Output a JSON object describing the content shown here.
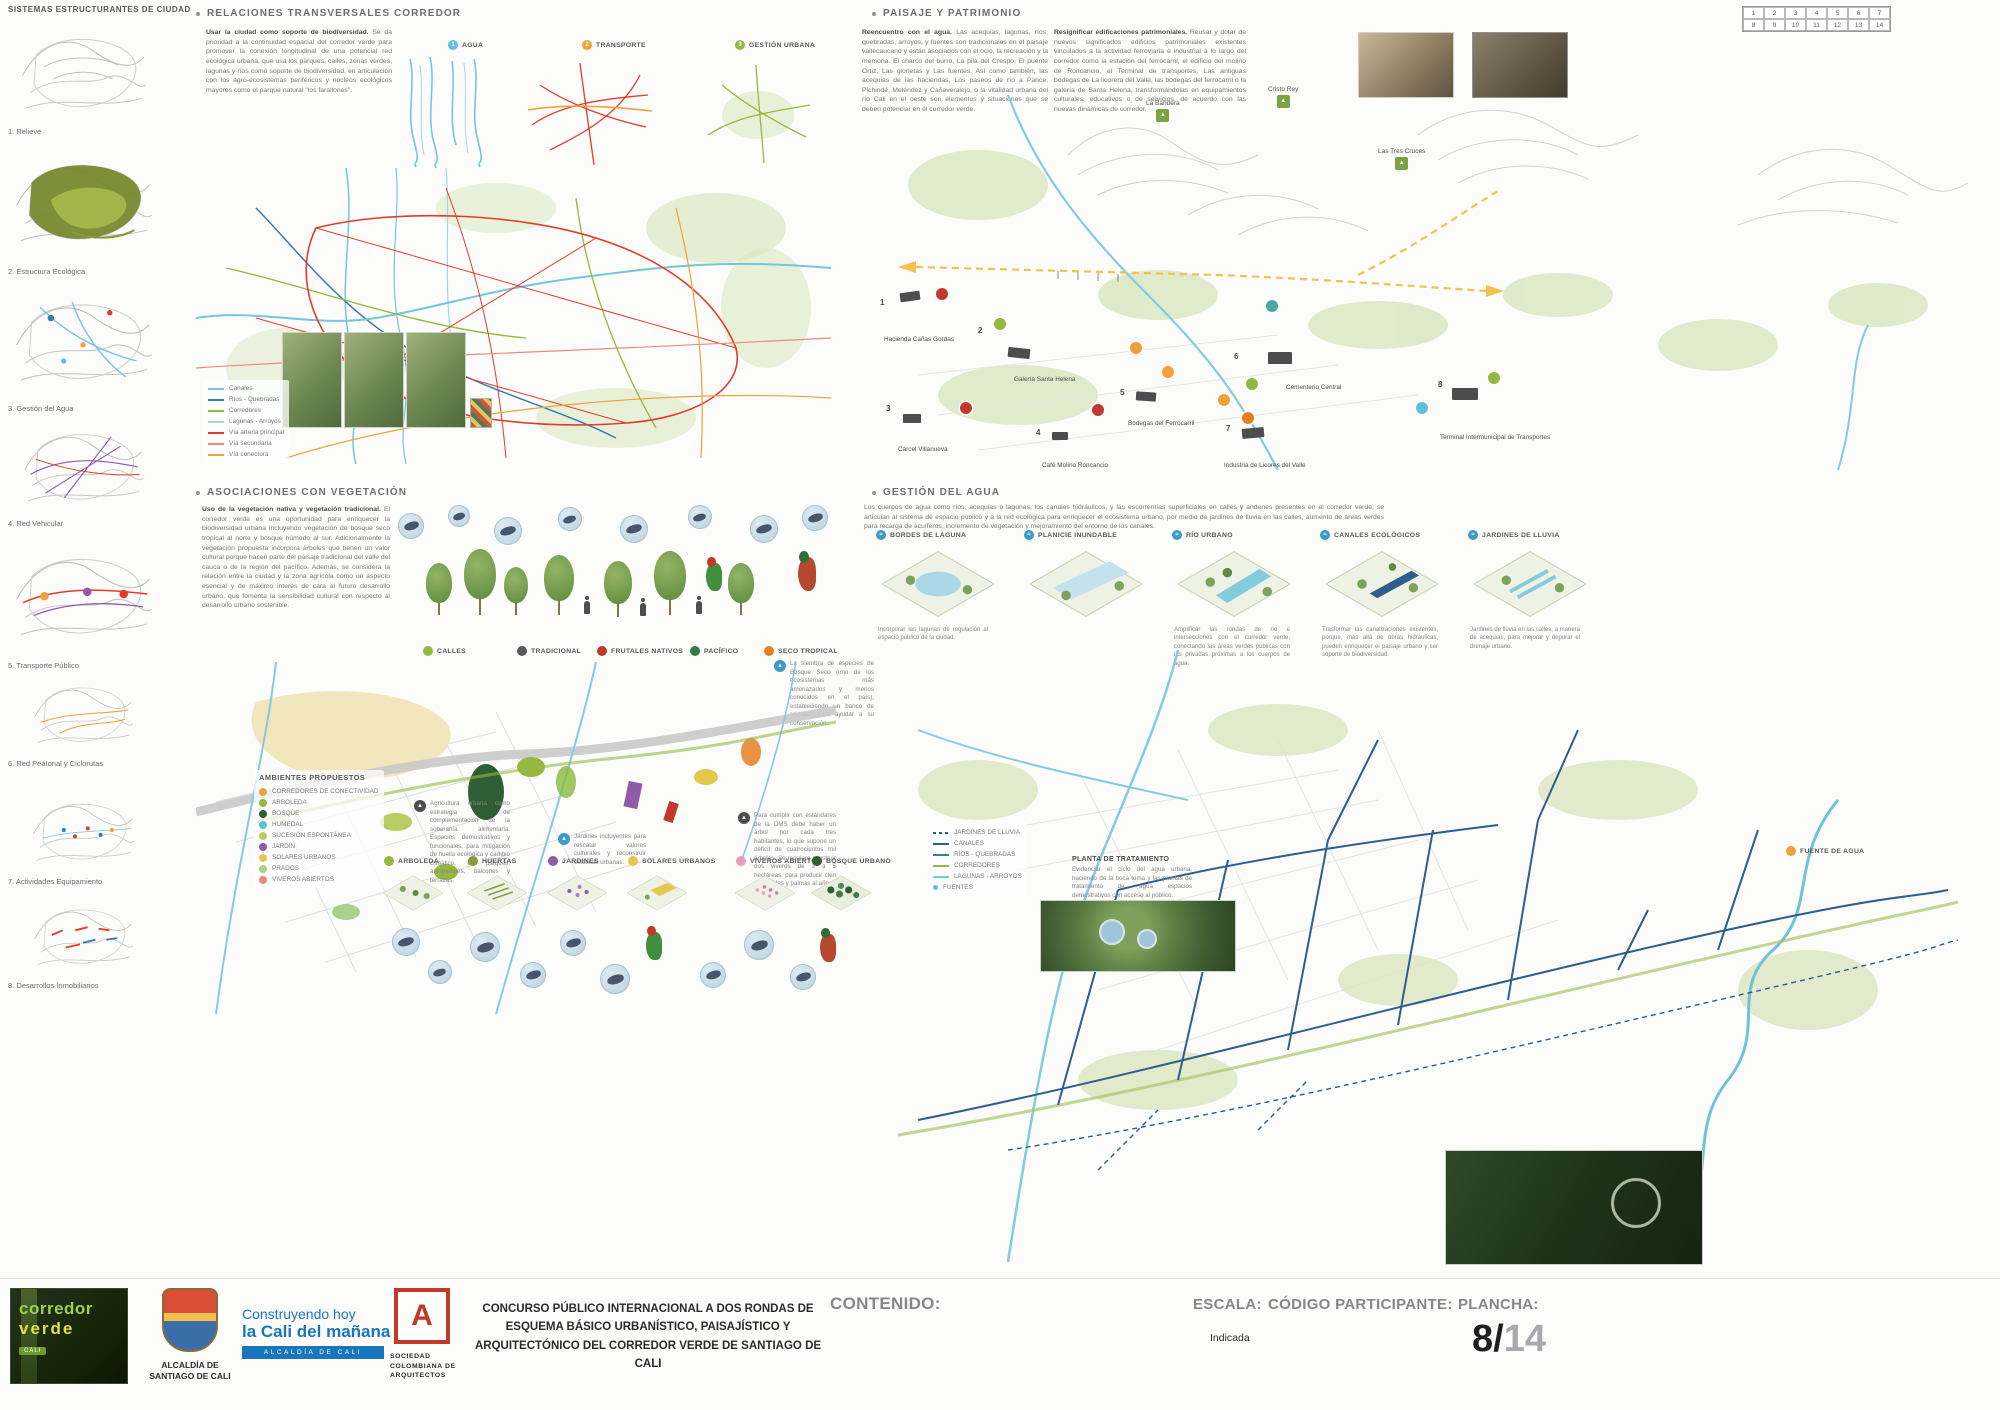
{
  "sidebar": {
    "title": "SISTEMAS ESTRUCTURANTES DE CIUDAD",
    "items": [
      {
        "label": "1. Relieve"
      },
      {
        "label": "2. Estructura Ecológica"
      },
      {
        "label": "3. Gestión del Agua"
      },
      {
        "label": "4. Red Vehicular"
      },
      {
        "label": "5. Transporte Público"
      },
      {
        "label": "6. Red Peatonal y Ciclorutas"
      },
      {
        "label": "7. Actividades Equipamiento"
      },
      {
        "label": "8. Desarrollos Inmobiliarios"
      }
    ]
  },
  "relaciones": {
    "title": "RELACIONES TRANSVERSALES CORREDOR",
    "intro_bold": "Usar la ciudad como soporte de biodiversidad.",
    "intro": "Se da prioridad a la continuidad espacial del corredor verde para promover la conexión longitudinal de una potencial red ecológica urbana, que usa los parques, calles, zonas verdes, lagunas y ríos como soporte de biodiversidad, en articulación con los agro-ecosistemas periféricos y núcleos ecológicos mayores como el parque natural \"los farallones\".",
    "maps": [
      {
        "num": "1",
        "label": "AGUA",
        "color": "#5ec1dc"
      },
      {
        "num": "2",
        "label": "TRANSPORTE",
        "color": "#f0a13a"
      },
      {
        "num": "3",
        "label": "GESTIÓN URBANA",
        "color": "#94b93f"
      }
    ],
    "legend": [
      {
        "label": "Canales",
        "color": "#74c6db"
      },
      {
        "label": "Ríos - Quebradas",
        "color": "#3a7ca8"
      },
      {
        "label": "Corredores",
        "color": "#94b93f"
      },
      {
        "label": "Lagunas - Arroyos",
        "color": "#a8d8e8"
      },
      {
        "label": "Vía arteria principal",
        "color": "#e23b2e"
      },
      {
        "label": "Vía secundaria",
        "color": "#ef8a7e"
      },
      {
        "label": "Vía conectora",
        "color": "#f0a13a"
      }
    ]
  },
  "paisaje": {
    "title": "PAISAJE Y PATRIMONIO",
    "col1_bold": "Reencuentro con el agua.",
    "col1": "Las acequias, lagunas, ríos, quebradas, arroyos, y fuentes son tradicionales en el paisaje vallecaucano y están asociados con el ocio, la recreación y la memoria. El charco del burro, La pila del Crespo, El puente Ortiz, Las glorietas y Las fuentes. Así como también, las acequias de las haciendas, Los paseos de río a Pance, Pichindé, Meléndez y Cañaveralejo, o la vitalidad urbana del río Cali en el oeste son elementos y situaciones que se deben potenciar en el corredor verde.",
    "col2_bold": "Resignificar edificaciones patrimoniales.",
    "col2": "Reusar y dotar de nuevos significados edificios patrimoniales existentes vinculados a la actividad ferroviaria e industrial a lo largo del corredor como la estación del ferrocarril, el edificio del molino de Roncancio, el Terminal de transportes, Las antiguas bodegas de La licorera del Valle, las bodegas del ferrocarril o la galería de Santa Helena, transformándolas en equipamientos culturales, educativos o de servicios, de acuerdo con las nuevas dinámicas de corredor.",
    "grid": [
      "1",
      "2",
      "3",
      "4",
      "5",
      "6",
      "7",
      "8",
      "9",
      "10",
      "11",
      "12",
      "13",
      "14"
    ],
    "peaks": [
      {
        "label": "La Bandera"
      },
      {
        "label": "Cristo Rey"
      },
      {
        "label": "Las Tres Cruces"
      }
    ],
    "sites": [
      {
        "num": "1",
        "label": "Hacienda Cañas Gordas"
      },
      {
        "num": "2",
        "label": "Galería Santa Helena"
      },
      {
        "num": "3",
        "label": "Cárcel Villanueva"
      },
      {
        "num": "4",
        "label": "Café Molino Roncancio"
      },
      {
        "num": "5",
        "label": "Bodegas del Ferrocarril"
      },
      {
        "num": "6",
        "label": "Cementerio Central"
      },
      {
        "num": "7",
        "label": "Industria de Licores del Valle"
      },
      {
        "num": "8",
        "label": "Terminal Intermunicipal de Transportes"
      }
    ]
  },
  "vegetacion": {
    "title": "ASOCIACIONES CON VEGETACIÓN",
    "intro_bold": "Uso de la vegetación nativa y vegetación tradicional.",
    "intro": "El corredor verde es una oportunidad para enriquecer la biodiversidad urbana incluyendo vegetación de bosque seco tropical al norte y bosque húmedo al sur. Adicionalmente la vegetación propuesta incorpora árboles que tienen un valor cultural porque hacen parte del paisaje tradicional del valle del cauca o de la región del pacífico. Además, se considera la relación entre la ciudad y la zona agrícola como un aspecto esencial y de máximo interés de cara al futuro desarrollo urbano, que fomenta la sensibilidad cultural con respecto al desarrollo urbano sostenible.",
    "categories": [
      {
        "label": "CALLES",
        "color": "#94b93f"
      },
      {
        "label": "TRADICIONAL",
        "color": "#58595b"
      },
      {
        "label": "FRUTALES NATIVOS",
        "color": "#c0392b"
      },
      {
        "label": "PACÍFICO",
        "color": "#2e7d46"
      },
      {
        "label": "SECO TROPICAL",
        "color": "#e67e22"
      }
    ],
    "note_seed": "La siembra de especies de Bosque Seco (uno de los ecosistemas más amenazados y menos conocidos en el país), estableciendo un banco de semillas para ayudar a su conservación.",
    "ambientes_title": "AMBIENTES PROPUESTOS",
    "ambientes": [
      {
        "label": "CORREDORES DE CONECTIVIDAD",
        "color": "#f0a13a"
      },
      {
        "label": "ARBOLEDA",
        "color": "#94b93f"
      },
      {
        "label": "BOSQUE",
        "color": "#2e5e33"
      },
      {
        "label": "HUMEDAL",
        "color": "#5ec1dc"
      },
      {
        "label": "SUCESIÓN ESPONTÁNEA",
        "color": "#b8cc62"
      },
      {
        "label": "JARDÍN",
        "color": "#8e5ba6"
      },
      {
        "label": "SOLARES URBANOS",
        "color": "#e3c84b"
      },
      {
        "label": "PRADOS",
        "color": "#a9d18e"
      },
      {
        "label": "VIVEROS ABIERTOS",
        "color": "#e8897a"
      }
    ],
    "note_agri": "Agricultura urbana como estrategia de complementación de la soberanía alimentaria. Espacios demostrativos y funcionales, para mitigación de huella ecológica y cambio climático, en parques, antejardines, balcones y terrazas.",
    "note_jardines": "Jardines incluyentes para rescatar valores culturales y reconstruir estéticas urbanas.",
    "note_oms": "Para cumplir con estándares de la OMS debe haber un árbol por cada tres habitantes, lo que supone un déficit de cuatrocientos mil árboles. Se requiere construir dos viveros de 3 a 5 hectáreas, para producir cien mil árboles y palmas al año.",
    "habitats": [
      {
        "label": "ARBOLEDA",
        "color": "#94b93f"
      },
      {
        "label": "HUERTAS",
        "color": "#8a9a3a"
      },
      {
        "label": "JARDINES",
        "color": "#8e5ba6"
      },
      {
        "label": "SOLARES URBANOS",
        "color": "#e3c84b"
      },
      {
        "label": "VIVEROS ABIERTOS",
        "color": "#e79ec0"
      },
      {
        "label": "BOSQUE URBANO",
        "color": "#2e5e33"
      }
    ]
  },
  "agua": {
    "title": "GESTIÓN DEL AGUA",
    "intro": "Los cuerpos de agua como ríos, acequias o lagunas, los canales hidráulicos, y las escorrentías superficiales en calles y andenes presentes en el corredor verde, se articulan al sistema de espacio público y a la red ecológica para enriquecer el ecosistema urbano, por medio de jardines de lluvia en las calles, aumento de áreas verdes para recarga de acuíferos, incremento de vegetación y mejoramiento del entorno de los canales.",
    "icon_color": "#3a9bc4",
    "strategies": [
      {
        "label": "BORDES DE LAGUNA",
        "caption": "Incorporar las lagunas de regulación al espacio público de la ciudad."
      },
      {
        "label": "PLANICIE INUNDABLE",
        "caption": ""
      },
      {
        "label": "RÍO URBANO",
        "caption": "Amplificar las rondas de río e intersecciones con el corredor verde, conectando las áreas verdes públicas con las privadas próximas a los cuerpos de agua."
      },
      {
        "label": "CANALES ECOLÓGICOS",
        "caption": "Trasformar las canalizaciones existentes, porque, más allá de obras hidráulicas, pueden enriquecer el paisaje urbano y ser soporte de biodiversidad."
      },
      {
        "label": "JARDINES DE LLUVIA",
        "caption": "Jardines de lluvia en las calles, a manera de acequias, para mejorar y depurar el drenaje urbano."
      }
    ],
    "legend": [
      {
        "label": "JARDINES DE LLUVIA",
        "color": "#2e5e8e",
        "dashed": true
      },
      {
        "label": "CANALES",
        "color": "#2e5e8e"
      },
      {
        "label": "RÍOS - QUEBRADAS",
        "color": "#3a7ca8"
      },
      {
        "label": "CORREDORES",
        "color": "#94b93f"
      },
      {
        "label": "LAGUNAS - ARROYOS",
        "color": "#74c6db"
      },
      {
        "label": "FUENTES",
        "color": "#5ec1dc"
      }
    ],
    "planta_label": "PLANTA DE TRATAMIENTO",
    "planta_caption": "Evidenciar el ciclo del agua urbana, haciendo de la boca toma y las plantas de tratamiento de agua espacios demostrativos con acceso al público.",
    "fuente_label": "FUENTE DE AGUA",
    "fuente_color": "#f0a13a"
  },
  "footer": {
    "contenido_label": "CONTENIDO:",
    "escala_label": "ESCALA:",
    "escala_value": "Indicada",
    "codigo_label": "CÓDIGO PARTICIPANTE:",
    "plancha_label": "PLANCHA:",
    "plancha_num": "8/",
    "plancha_total": "14",
    "title_line1": "CONCURSO PÚBLICO INTERNACIONAL A DOS RONDAS DE",
    "title_line2": "ESQUEMA BÁSICO URBANÍSTICO, PAISAJÍSTICO Y",
    "title_line3": "ARQUITECTÓNICO DEL CORREDOR VERDE DE SANTIAGO DE CALI",
    "logo_corredor_1": "corredor",
    "logo_corredor_2": "verde",
    "logo_corredor_3": "CALI",
    "alcaldia_1": "ALCALDÍA DE",
    "alcaldia_2": "SANTIAGO DE CALI",
    "construyendo_1": "Construyendo hoy",
    "construyendo_2": "la Cali del mañana",
    "construyendo_3": "ALCALDÍA DE CALI",
    "sca_letter": "A",
    "sca_1": "SOCIEDAD",
    "sca_2": "COLOMBIANA DE",
    "sca_3": "ARQUITECTOS"
  }
}
